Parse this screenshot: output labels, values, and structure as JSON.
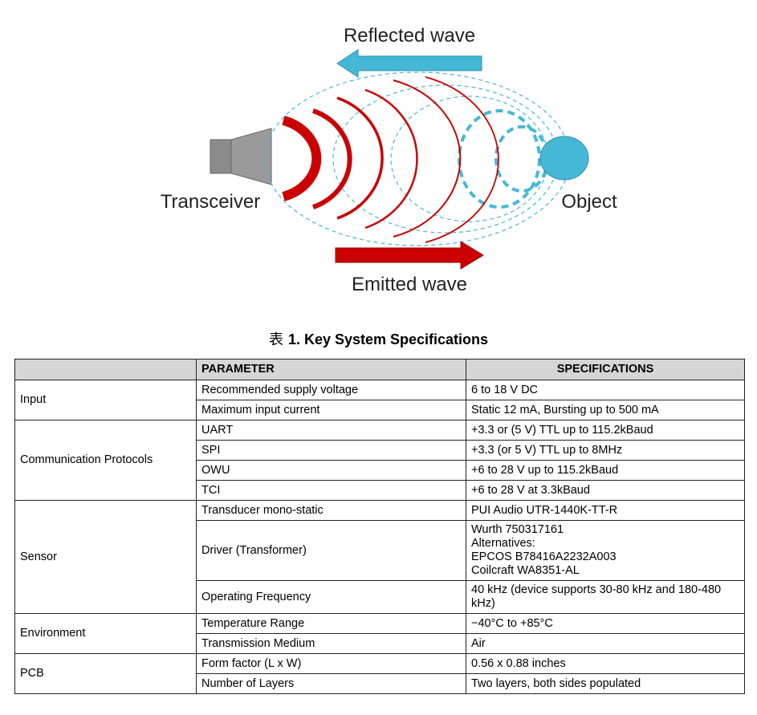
{
  "figure": {
    "top_label": "Reflected wave",
    "bottom_label": "Emitted wave",
    "left_label": "Transceiver",
    "right_label": "Object",
    "colors": {
      "emitted": "#cc0000",
      "reflected": "#45b8d6",
      "speaker": "#8c8c8c"
    }
  },
  "table": {
    "caption_prefix": "表",
    "caption": "1. Key System Specifications",
    "headers": {
      "group": "",
      "parameter": "PARAMETER",
      "specification": "SPECIFICATIONS"
    },
    "groups": [
      {
        "name": "Input",
        "rows": [
          {
            "parameter": "Recommended supply voltage",
            "spec": [
              "6 to 18 V DC"
            ]
          },
          {
            "parameter": "Maximum input current",
            "spec": [
              "Static 12 mA, Bursting up to 500 mA"
            ]
          }
        ]
      },
      {
        "name": "Communication Protocols",
        "rows": [
          {
            "parameter": "UART",
            "spec": [
              "+3.3 or (5 V) TTL up to 115.2kBaud"
            ]
          },
          {
            "parameter": "SPI",
            "spec": [
              "+3.3 (or 5 V) TTL up to 8MHz"
            ]
          },
          {
            "parameter": "OWU",
            "spec": [
              "+6 to 28 V up to 115.2kBaud"
            ]
          },
          {
            "parameter": "TCI",
            "spec": [
              "+6 to 28 V at 3.3kBaud"
            ]
          }
        ]
      },
      {
        "name": "Sensor",
        "rows": [
          {
            "parameter": "Transducer mono-static",
            "spec": [
              "PUI Audio UTR-1440K-TT-R"
            ]
          },
          {
            "parameter": "Driver (Transformer)",
            "spec": [
              "Wurth 750317161",
              "Alternatives:",
              "EPCOS B78416A2232A003",
              "Coilcraft WA8351-AL"
            ]
          },
          {
            "parameter": "Operating Frequency",
            "spec": [
              "40 kHz (device supports 30-80 kHz and 180-480 kHz)"
            ]
          }
        ]
      },
      {
        "name": "Environment",
        "rows": [
          {
            "parameter": "Temperature Range",
            "spec": [
              "−40°C to +85°C"
            ]
          },
          {
            "parameter": "Transmission Medium",
            "spec": [
              "Air"
            ]
          }
        ]
      },
      {
        "name": "PCB",
        "rows": [
          {
            "parameter": "Form factor (L x W)",
            "spec": [
              "0.56 x 0.88 inches"
            ]
          },
          {
            "parameter": "Number of Layers",
            "spec": [
              "Two layers, both sides populated"
            ]
          }
        ]
      }
    ]
  }
}
